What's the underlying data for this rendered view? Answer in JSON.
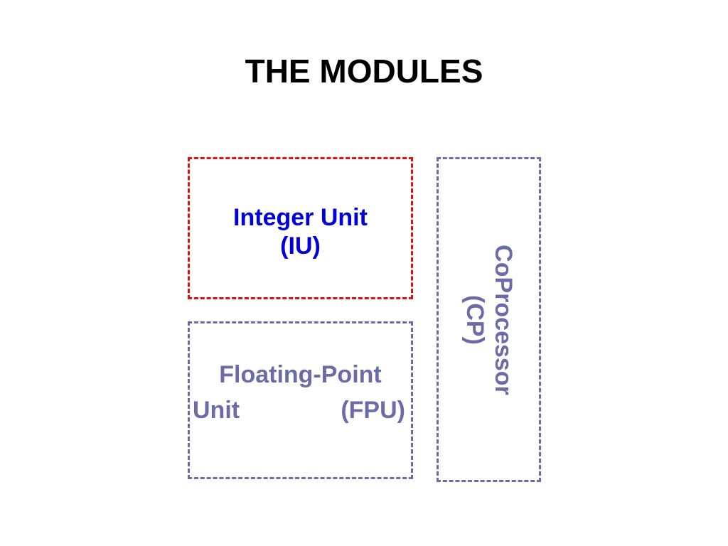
{
  "slide": {
    "title": "THE MODULES"
  },
  "modules": {
    "integer_unit": {
      "line1": "Integer Unit",
      "line2": "(IU)",
      "text_color": "#0000dd",
      "border_color": "#e01010"
    },
    "floating_point_unit": {
      "line1": "Floating-Point",
      "line2_left": "Unit",
      "line2_right": "(FPU)",
      "text_color": "#6b6ba8",
      "border_color": "#6b6ba8"
    },
    "coprocessor": {
      "line1": "CoProcessor",
      "line2": "(CP)",
      "text_color": "#6b6ba8",
      "border_color": "#6b6ba8"
    }
  }
}
